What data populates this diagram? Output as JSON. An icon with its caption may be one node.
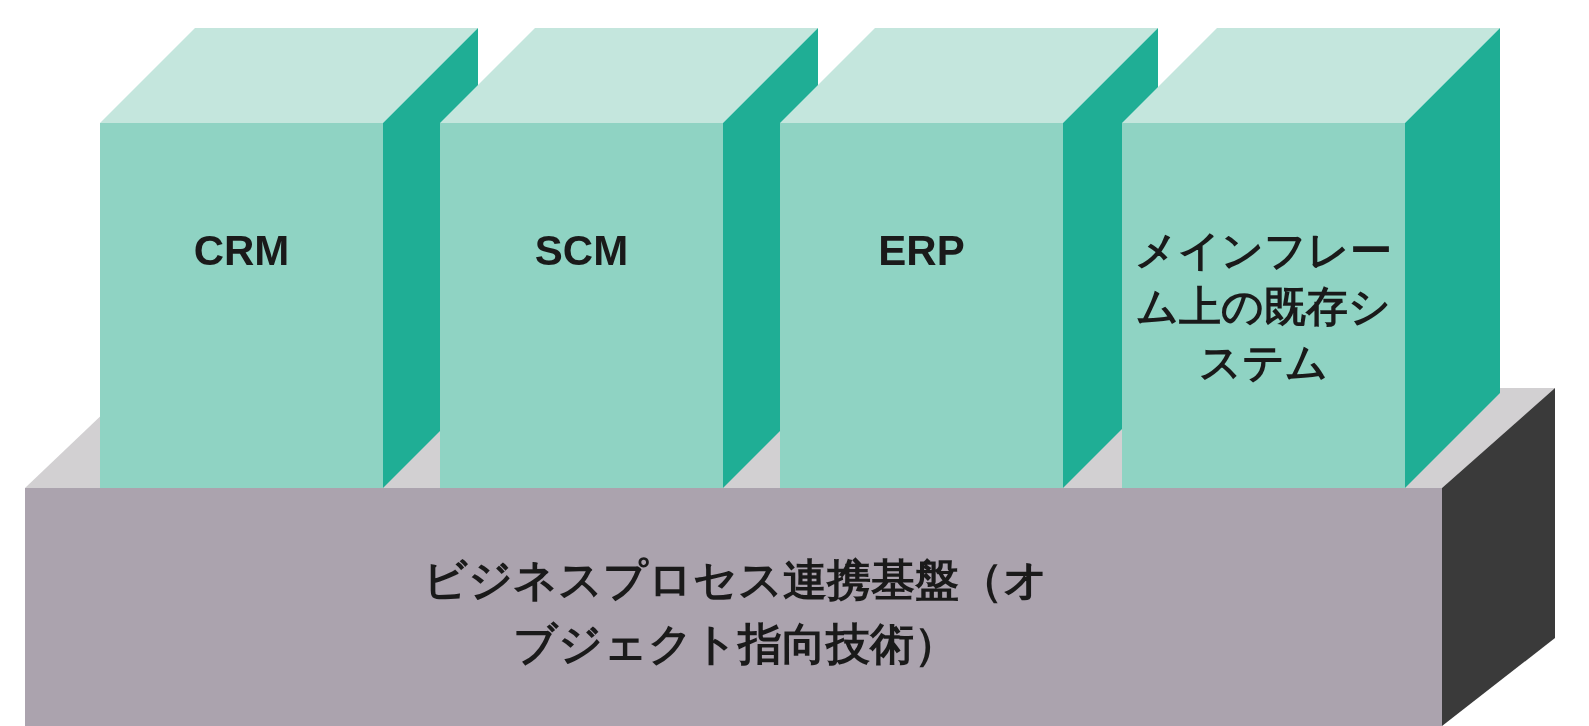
{
  "diagram": {
    "nodes": [
      {
        "text": [
          "CRM"
        ]
      },
      {
        "text": [
          "SCM"
        ]
      },
      {
        "text": [
          "ERP"
        ]
      },
      {
        "text": [
          "メインフレーム上の既存システム"
        ]
      },
      {
        "text": [
          "ビジネスプロセス連携基盤（オブジェクト指向技術）"
        ]
      }
    ]
  }
}
